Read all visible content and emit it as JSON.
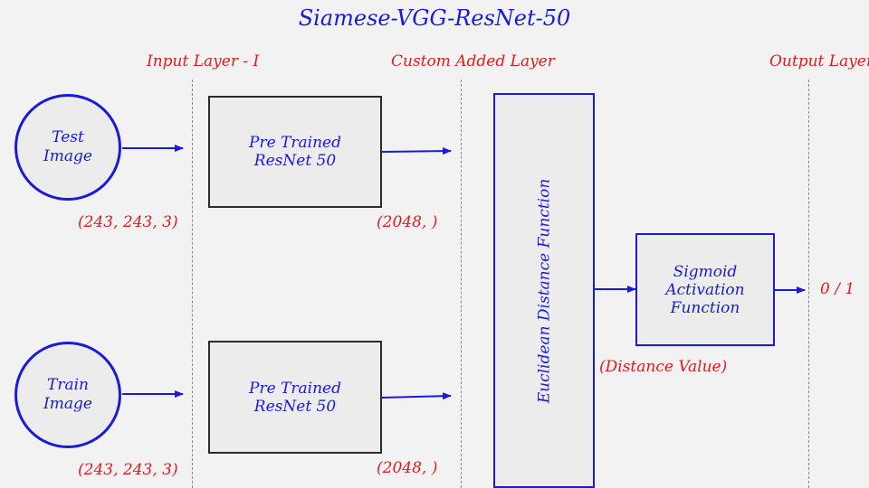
{
  "title": "Siamese-VGG-ResNet-50",
  "layers": {
    "input": "Input Layer - I",
    "custom": "Custom Added Layer",
    "output": "Output Layer"
  },
  "inputs": [
    {
      "line1": "Test",
      "line2": "Image",
      "shape": "(243, 243, 3)"
    },
    {
      "line1": "Train",
      "line2": "Image",
      "shape": "(243, 243, 3)"
    }
  ],
  "resnets": [
    {
      "line1": "Pre Trained",
      "line2": "ResNet 50",
      "shape": "(2048, )"
    },
    {
      "line1": "Pre Trained",
      "line2": "ResNet 50",
      "shape": "(2048, )"
    }
  ],
  "distance": {
    "label": "Euclidean Distance Function",
    "value_label": "(Distance Value)"
  },
  "sigmoid": {
    "line1": "Sigmoid",
    "line2": "Activation",
    "line3": "Function"
  },
  "output": "0 / 1",
  "colors": {
    "blue": "#1a1adb",
    "red": "#e01b1b",
    "box_fill": "#ececec",
    "background": "#f2f2f2"
  }
}
